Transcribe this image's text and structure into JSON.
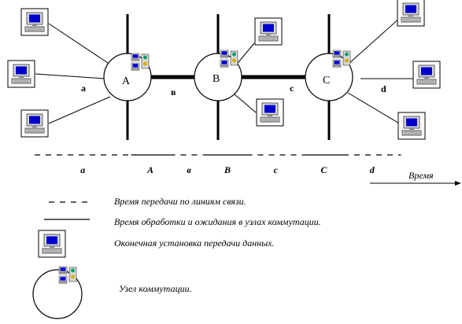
{
  "nodes": [
    {
      "id": "A",
      "label": "A"
    },
    {
      "id": "B",
      "label": "B"
    },
    {
      "id": "C",
      "label": "C"
    }
  ],
  "links": {
    "a": "a",
    "v": "в",
    "c": "c",
    "d": "d"
  },
  "timeline": {
    "axis_label": "Время",
    "segments": [
      {
        "label": "a",
        "style": "dashed",
        "start": 0,
        "end": 5
      },
      {
        "label": "A",
        "style": "solid",
        "start": 5,
        "end": 7
      },
      {
        "label": "в",
        "style": "dashed",
        "start": 7,
        "end": 9
      },
      {
        "label": "B",
        "style": "solid",
        "start": 9,
        "end": 11
      },
      {
        "label": "c",
        "style": "dashed",
        "start": 11,
        "end": 14
      },
      {
        "label": "C",
        "style": "solid",
        "start": 14,
        "end": 16
      },
      {
        "label": "d",
        "style": "dashed",
        "start": 16,
        "end": 19
      }
    ]
  },
  "legend": {
    "dashed": "Время передачи по линиям связи.",
    "solid": "Время обработки и ожидания в узлах коммутации.",
    "terminal": "Оконечная установка передачи данных.",
    "node": "Узел коммутации."
  },
  "colors": {
    "screen": "#0000cc",
    "monitor_body": "#d8d8d8",
    "screen_node": "#00a060",
    "stroke": "#000000"
  }
}
